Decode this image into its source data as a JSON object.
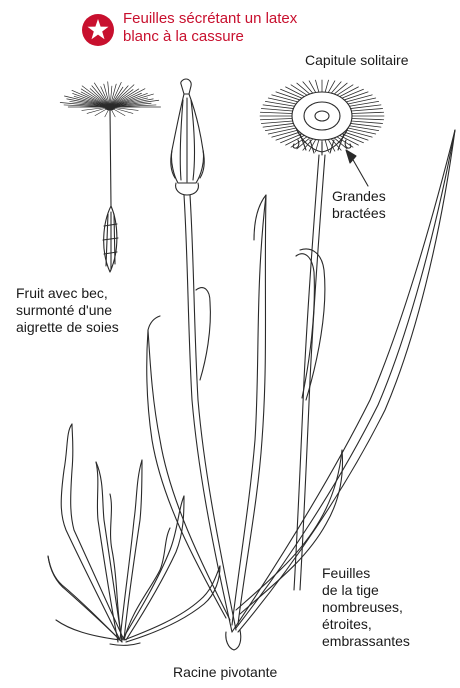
{
  "key_feature": {
    "icon": "star-icon",
    "text": "Feuilles sécrétant un latex\nblanc à la cassure",
    "color": "#c8102e"
  },
  "labels": {
    "capitule": "Capitule solitaire",
    "bracts": "Grandes\nbractées",
    "fruit": "Fruit avec bec,\nsurmonté d'une\naigrette de soies",
    "stem_leaves": "Feuilles\nde la tige\nnombreuses,\nétroites,\nembrassantes",
    "root": "Racine pivotante"
  }
}
